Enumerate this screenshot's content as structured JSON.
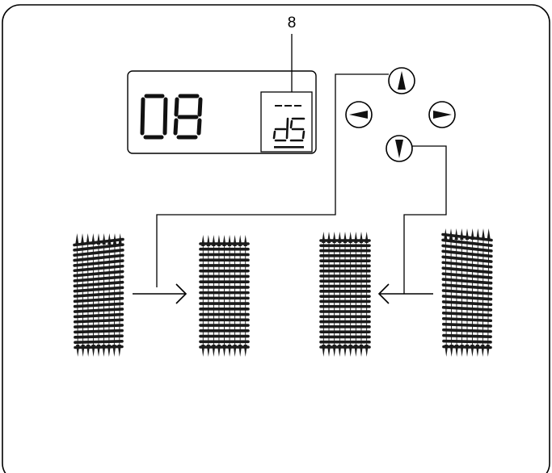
{
  "callout_number": "8",
  "display": {
    "main_digits": "08",
    "mode_top": "---",
    "mode_text": "dS"
  },
  "buttons": {
    "up": "up-arrow-icon",
    "down": "down-arrow-icon",
    "left": "left-arrow-icon",
    "right": "right-arrow-icon"
  },
  "colors": {
    "ink": "#1a1a1a",
    "stroke": "#000000"
  }
}
